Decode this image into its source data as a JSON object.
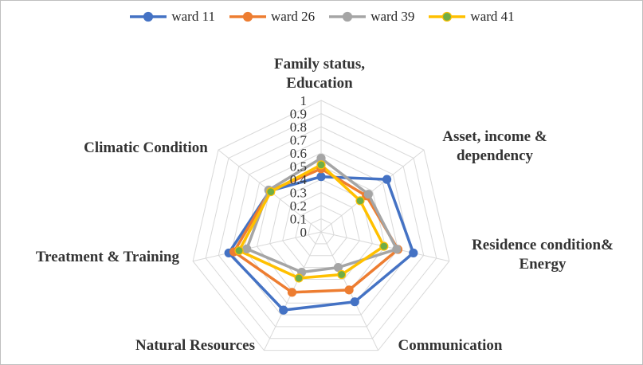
{
  "chart_data": {
    "type": "radar",
    "axes": [
      "Family status, Education",
      "Asset, income & dependency",
      "Residence condition& Energy",
      "Communication",
      "Natural Resources",
      "Treatment & Training",
      "Climatic Condition"
    ],
    "axis_label_lines": [
      [
        "Family status,",
        "Education"
      ],
      [
        "Asset, income &",
        "dependency"
      ],
      [
        "Residence condition&",
        "Energy"
      ],
      [
        "Communication"
      ],
      [
        "Natural Resources"
      ],
      [
        "Treatment & Training"
      ],
      [
        "Climatic Condition"
      ]
    ],
    "ticks": [
      "0",
      "0.1",
      "0.2",
      "0.3",
      "0.4",
      "0.5",
      "0.6",
      "0.7",
      "0.8",
      "0.9",
      "1"
    ],
    "rlim": [
      0,
      1
    ],
    "series": [
      {
        "name": "ward 11",
        "color": "#4472c4",
        "values": [
          0.42,
          0.64,
          0.72,
          0.59,
          0.66,
          0.72,
          0.5
        ]
      },
      {
        "name": "ward 26",
        "color": "#ed7d31",
        "values": [
          0.48,
          0.44,
          0.6,
          0.49,
          0.51,
          0.68,
          0.5
        ]
      },
      {
        "name": "ward 39",
        "color": "#a5a5a5",
        "values": [
          0.56,
          0.46,
          0.59,
          0.3,
          0.34,
          0.58,
          0.51
        ]
      },
      {
        "name": "ward 41",
        "color": "#ffc000",
        "marker_color": "#70ad47",
        "values": [
          0.51,
          0.38,
          0.49,
          0.36,
          0.39,
          0.64,
          0.49
        ]
      }
    ],
    "grid": true,
    "legend": "top"
  }
}
